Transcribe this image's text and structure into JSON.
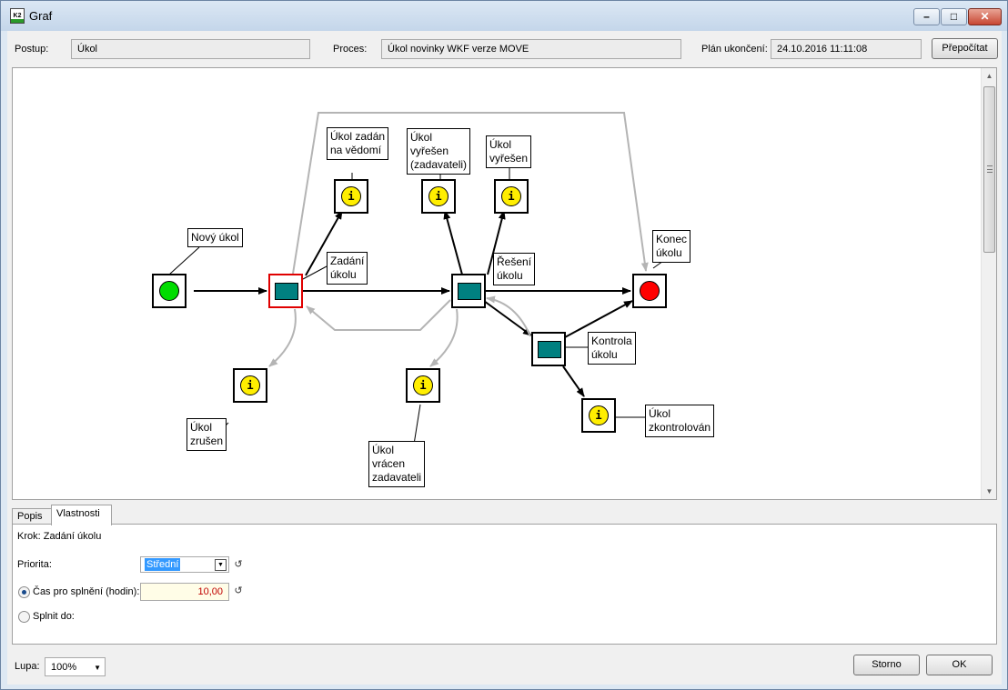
{
  "window": {
    "title": "Graf",
    "app_icon": "k2-app-icon"
  },
  "header": {
    "postup_label": "Postup:",
    "postup_value": "Úkol",
    "proces_label": "Proces:",
    "proces_value": "Úkol novinky WKF verze MOVE",
    "plan_label": "Plán ukončení:",
    "plan_value": "24.10.2016 11:11:08",
    "recalc_button": "Přepočítat"
  },
  "graph": {
    "labels": {
      "novy_ukol": "Nový úkol",
      "zadani_ukolu_1": "Zadání",
      "zadani_ukolu_2": "úkolu",
      "ukol_zadan_1": "Úkol zadán",
      "ukol_zadan_2": "na vědomí",
      "vyresen_zad_1": "Úkol",
      "vyresen_zad_2": "vyřešen",
      "vyresen_zad_3": "(zadavateli)",
      "vyresen_1": "Úkol",
      "vyresen_2": "vyřešen",
      "reseni_1": "Řešení",
      "reseni_2": "úkolu",
      "konec_1": "Konec",
      "konec_2": "úkolu",
      "kontrola_1": "Kontrola",
      "kontrola_2": "úkolu",
      "zkontrolovan_1": "Úkol",
      "zkontrolovan_2": "zkontrolován",
      "zrusen_1": "Úkol",
      "zrusen_2": "zrušen",
      "vracen_1": "Úkol",
      "vracen_2": "vrácen",
      "vracen_3": "zadavateli"
    },
    "info_glyph": "i",
    "colors": {
      "start": "#00dd00",
      "end": "#ff0000",
      "task": "#008080",
      "info": "#ffee00",
      "selected": "#e00000"
    }
  },
  "tabs": [
    {
      "label": "Popis"
    },
    {
      "label": "Vlastnosti"
    }
  ],
  "properties": {
    "step_text": "Krok: Zadání úkolu",
    "priority_label": "Priorita:",
    "priority_value": "Střední",
    "time_label": "Čas pro splnění (hodin):",
    "time_value": "10,00",
    "due_label": "Splnit do:"
  },
  "footer": {
    "zoom_label": "Lupa:",
    "zoom_value": "100%",
    "cancel_button": "Storno",
    "ok_button": "OK"
  }
}
